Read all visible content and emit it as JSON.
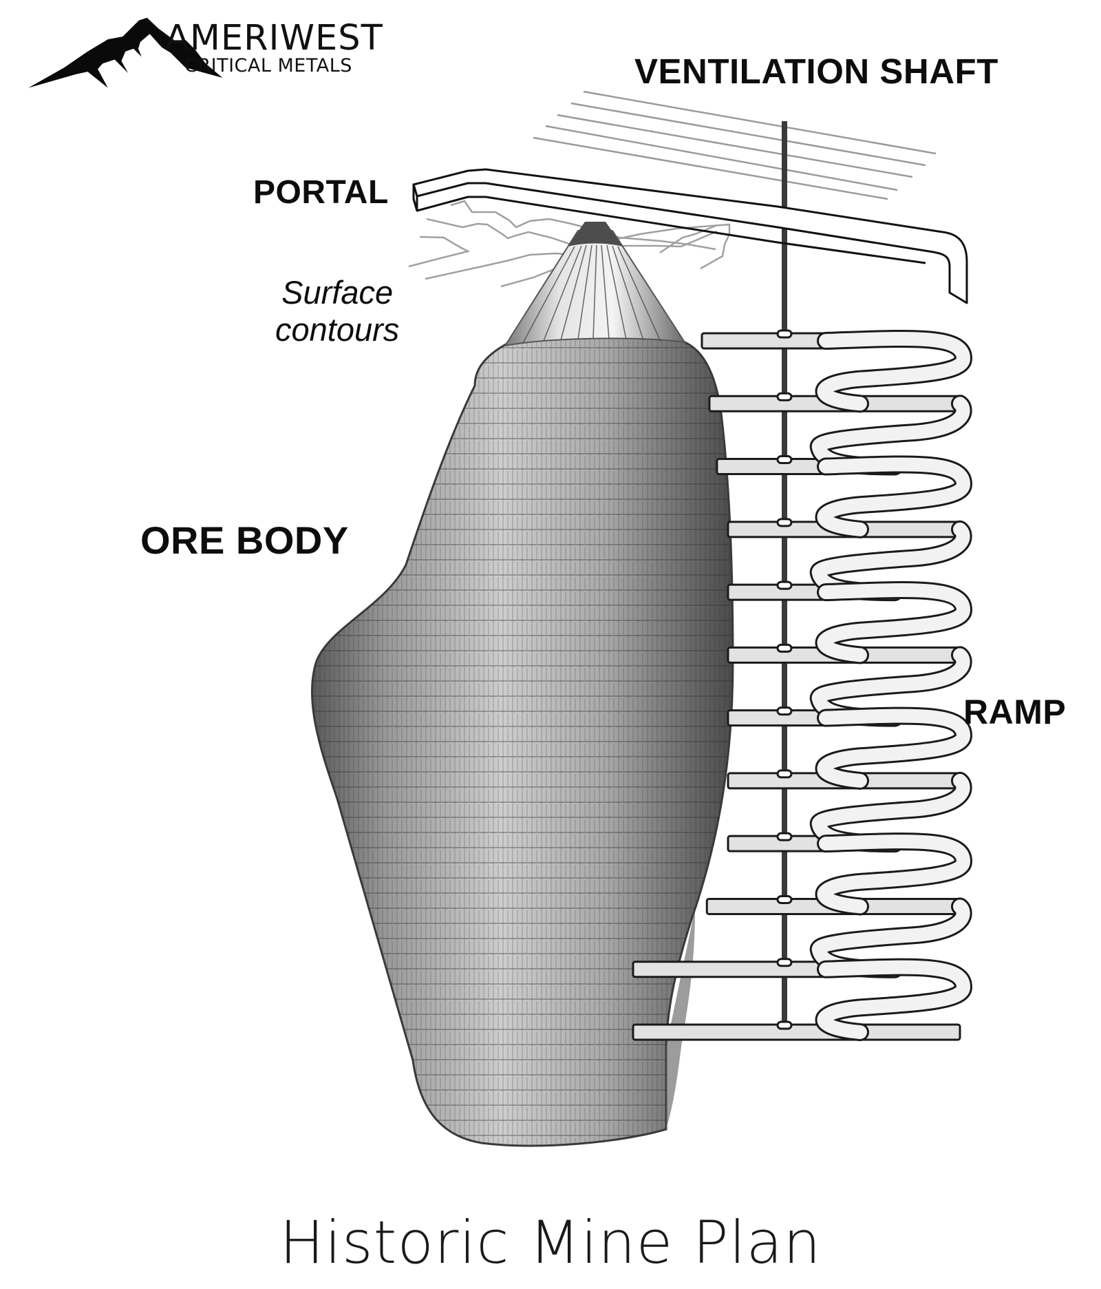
{
  "logo": {
    "icon": "mountain-peaks-icon",
    "name": "AMERIWEST",
    "subtitle": "CRITICAL METALS"
  },
  "labels": {
    "ventilation_shaft": "VENTILATION SHAFT",
    "portal": "PORTAL",
    "surface_contours_line1": "Surface",
    "surface_contours_line2": "contours",
    "ore_body": "ORE BODY",
    "ramp": "RAMP"
  },
  "title": "Historic Mine Plan",
  "diagram": {
    "level_count": 12,
    "colors": {
      "ink": "#111111",
      "shaft": "#3a3a3a",
      "contour": "#9a9a9a",
      "ore_dark": "#4a4a4a",
      "ore_light": "#cfcfcf",
      "ramp_fill": "#f2f2f2",
      "ramp_side": "#bdbdbd",
      "cone_cap": "#4d4d4d"
    }
  }
}
